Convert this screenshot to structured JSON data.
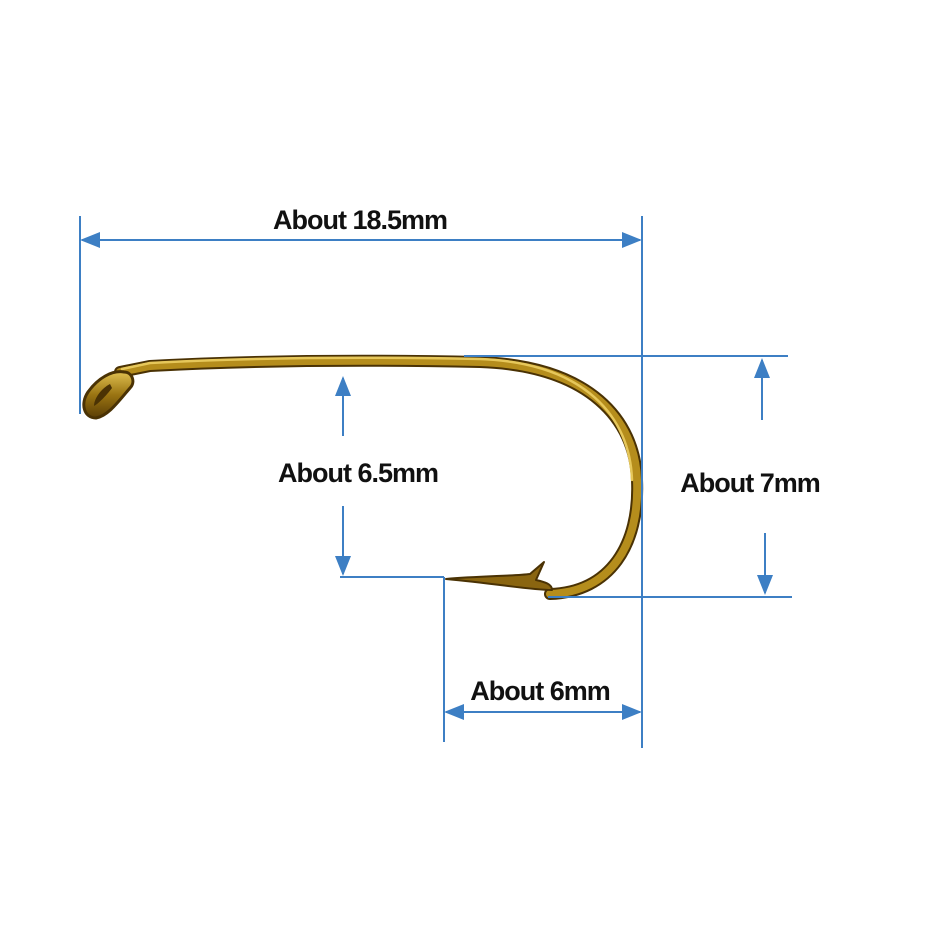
{
  "colors": {
    "dimension_line": "#3d7fc4",
    "hook_dark": "#5a3d05",
    "hook_mid": "#9a7412",
    "hook_light": "#d9b544",
    "label": "#111111",
    "background": "#ffffff"
  },
  "dimensions": {
    "shank_length": {
      "label": "About 18.5mm"
    },
    "gap": {
      "label": "About 6.5mm"
    },
    "bend_height": {
      "label": "About 7mm"
    },
    "point_width": {
      "label": "About 6mm"
    }
  }
}
